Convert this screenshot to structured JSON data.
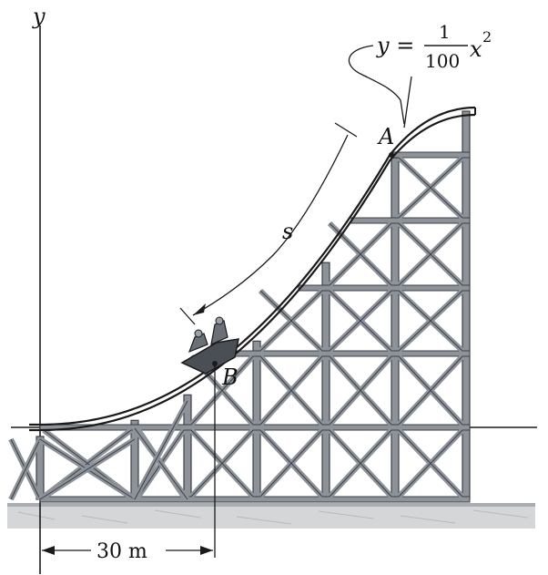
{
  "labels": {
    "y_axis": "y",
    "point_a": "A",
    "point_b": "B",
    "arc_length": "s",
    "dimension": "30 m"
  },
  "equation": {
    "lhs": "y =",
    "numerator": "1",
    "denominator": "100",
    "variable": "x",
    "exponent": "2"
  },
  "colors": {
    "line": "#1a1a1a",
    "steel_fill": "#8e9399",
    "steel_dark": "#3c4046",
    "ground": "#c9cbcd",
    "car": "#4a4e55"
  }
}
